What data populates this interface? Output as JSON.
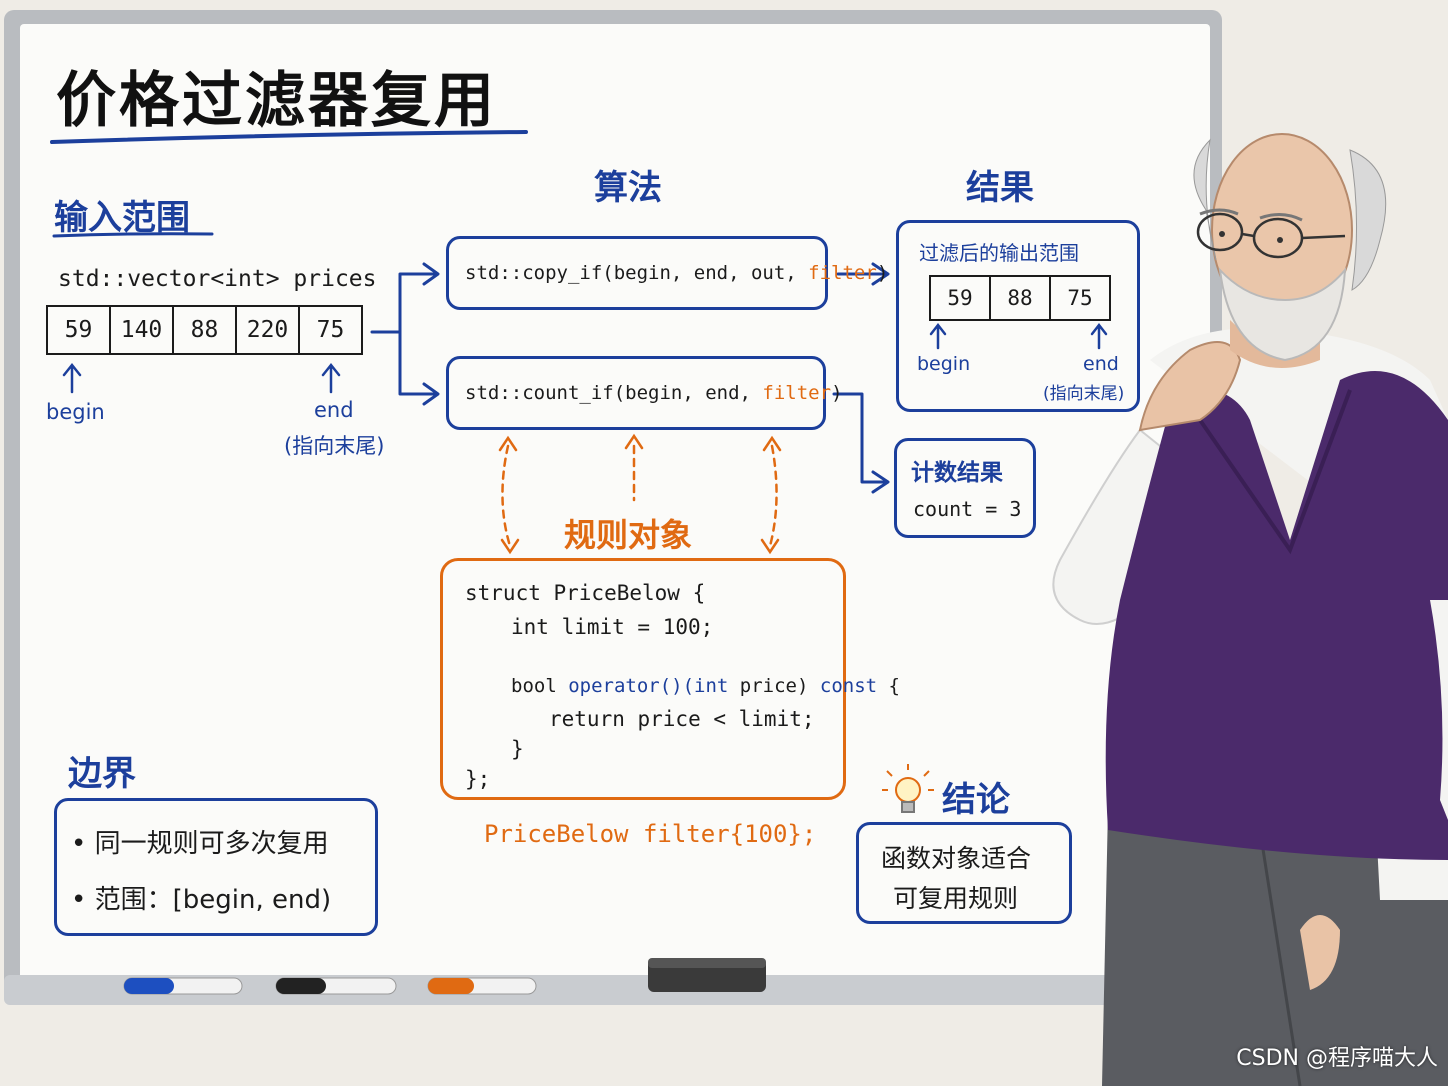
{
  "title": "价格过滤器复用",
  "input_section": {
    "heading": "输入范围",
    "vector_label": "std::vector<int> prices",
    "values": [
      "59",
      "140",
      "88",
      "220",
      "75"
    ],
    "begin_label": "begin",
    "end_label": "end",
    "end_note": "(指向末尾)"
  },
  "algorithm_section": {
    "heading": "算法",
    "copy_if_call": "std::copy_if(begin, end, out, ",
    "count_if_call": "std::count_if(begin, end, ",
    "filter_arg": "filter",
    "close_paren": ")"
  },
  "rule_object": {
    "heading": "规则对象",
    "line1": "struct PriceBelow {",
    "line2": "int limit = 100;",
    "line3_bool": "bool ",
    "line3_operator": "operator()(int",
    "line3_price": " price) ",
    "line3_const": "const",
    "line3_brace": " {",
    "line4": "return price < limit;",
    "line5": "}",
    "line6": "};",
    "instance": "PriceBelow filter{100};"
  },
  "result_section": {
    "heading": "结果",
    "output_title": "过滤后的输出范围",
    "values": [
      "59",
      "88",
      "75"
    ],
    "begin_label": "begin",
    "end_label": "end",
    "end_note": "(指向末尾)"
  },
  "count_section": {
    "title": "计数结果",
    "value": "count = 3"
  },
  "boundary_section": {
    "heading": "边界",
    "bullets": [
      "同一规则可多次复用",
      "范围：[begin, end)"
    ]
  },
  "conclusion_section": {
    "heading": "结论",
    "icon": "lightbulb-icon",
    "lines": [
      "函数对象适合",
      "可复用规则"
    ]
  },
  "watermark": "CSDN @程序喵大人",
  "colors": {
    "blue": "#1c3f9c",
    "orange": "#e06a12",
    "vest": "#4b2a6b"
  }
}
